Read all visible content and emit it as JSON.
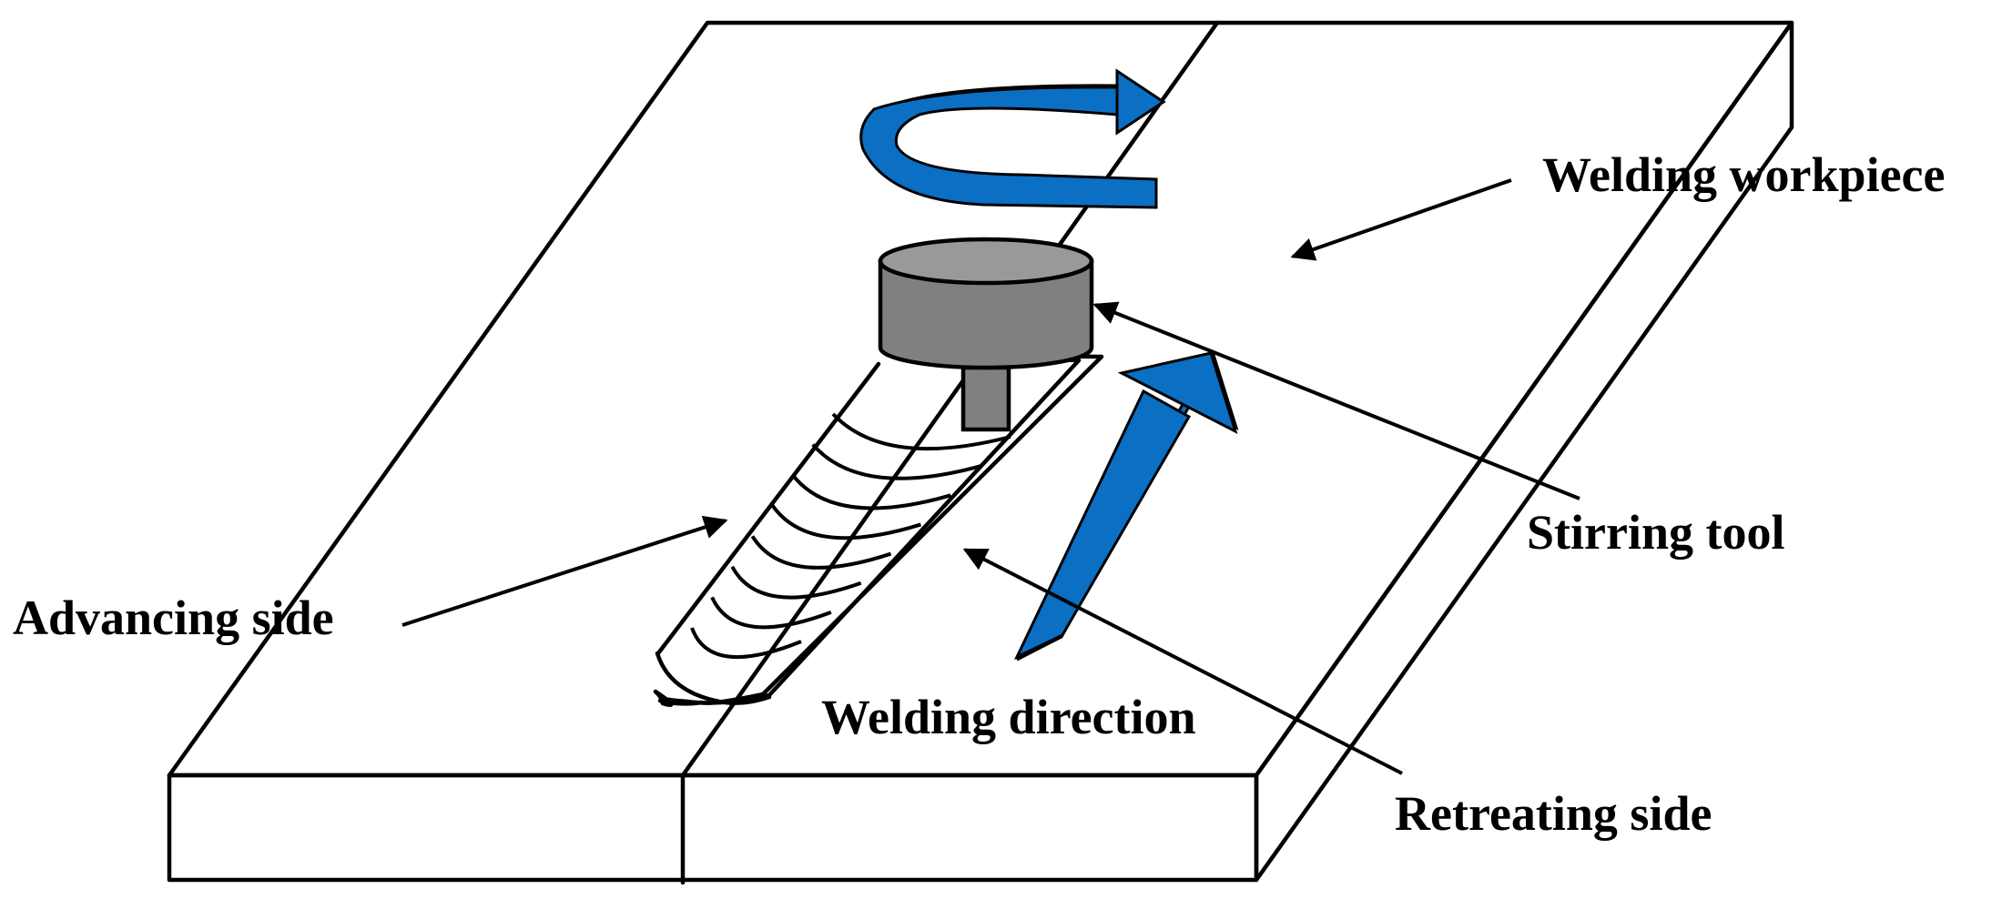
{
  "labels": {
    "welding_workpiece": "Welding workpiece",
    "stirring_tool": "Stirring tool",
    "advancing_side": "Advancing side",
    "welding_direction": "Welding direction",
    "retreating_side": "Retreating side"
  },
  "colors": {
    "arrow_blue": "#0b6fc4",
    "arrow_blue_dark": "#0a4e8f",
    "tool_gray": "#808080",
    "line_black": "#000000"
  },
  "icons": {
    "rotation": "curved-rotation-arrow-icon",
    "direction": "straight-direction-arrow-icon"
  }
}
